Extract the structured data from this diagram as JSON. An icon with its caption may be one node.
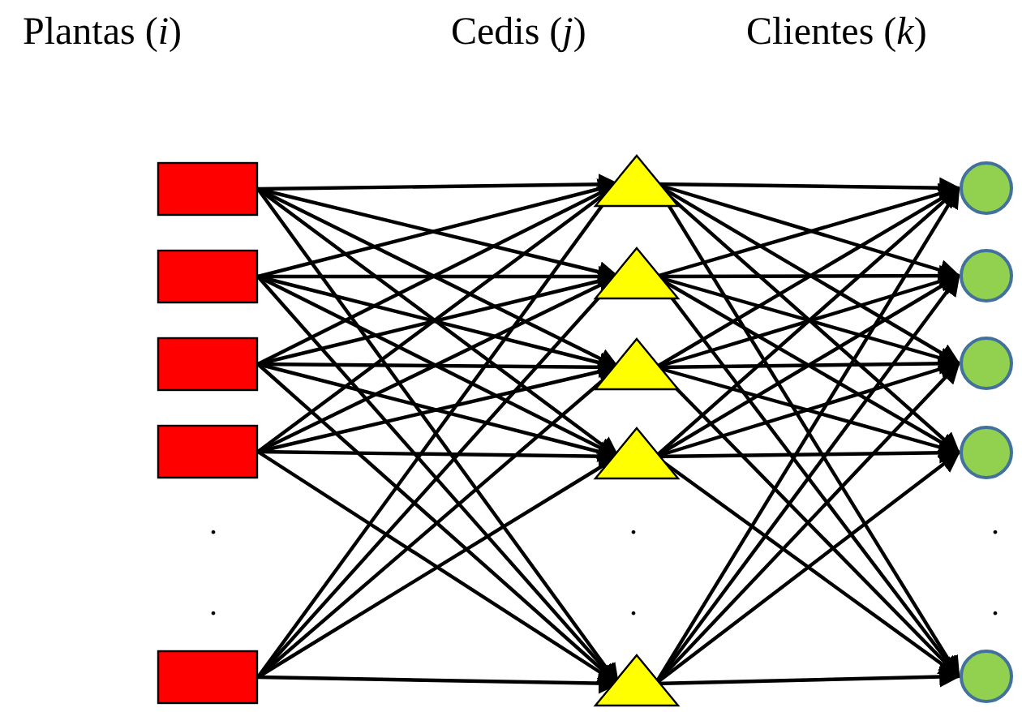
{
  "diagram": {
    "nodes": [
      {
        "text": [],
        "shape": "box"
      },
      {
        "text": [],
        "shape": "box"
      },
      {
        "text": [],
        "shape": "box"
      },
      {
        "text": [],
        "shape": "box"
      },
      {
        "text": [],
        "shape": "box"
      },
      {
        "text": [],
        "shape": "triangle"
      },
      {
        "text": [],
        "shape": "triangle"
      },
      {
        "text": [],
        "shape": "triangle"
      },
      {
        "text": [],
        "shape": "triangle"
      },
      {
        "text": [],
        "shape": "triangle"
      },
      {
        "text": [],
        "shape": "circle"
      },
      {
        "text": [],
        "shape": "circle"
      },
      {
        "text": [],
        "shape": "circle"
      },
      {
        "text": [],
        "shape": "circle"
      },
      {
        "text": [],
        "shape": "circle"
      }
    ],
    "edges": [
      {
        "from": 0,
        "to": 5,
        "arrow": "to"
      },
      {
        "from": 0,
        "to": 6,
        "arrow": "to"
      },
      {
        "from": 0,
        "to": 7,
        "arrow": "to"
      },
      {
        "from": 0,
        "to": 8,
        "arrow": "to"
      },
      {
        "from": 0,
        "to": 9,
        "arrow": "to"
      },
      {
        "from": 1,
        "to": 5,
        "arrow": "to"
      },
      {
        "from": 1,
        "to": 6,
        "arrow": "to"
      },
      {
        "from": 1,
        "to": 7,
        "arrow": "to"
      },
      {
        "from": 1,
        "to": 8,
        "arrow": "to"
      },
      {
        "from": 1,
        "to": 9,
        "arrow": "to"
      },
      {
        "from": 2,
        "to": 5,
        "arrow": "to"
      },
      {
        "from": 2,
        "to": 6,
        "arrow": "to"
      },
      {
        "from": 2,
        "to": 7,
        "arrow": "to"
      },
      {
        "from": 2,
        "to": 8,
        "arrow": "to"
      },
      {
        "from": 2,
        "to": 9,
        "arrow": "to"
      },
      {
        "from": 3,
        "to": 5,
        "arrow": "to"
      },
      {
        "from": 3,
        "to": 6,
        "arrow": "to"
      },
      {
        "from": 3,
        "to": 7,
        "arrow": "to"
      },
      {
        "from": 3,
        "to": 8,
        "arrow": "to"
      },
      {
        "from": 3,
        "to": 9,
        "arrow": "to"
      },
      {
        "from": 4,
        "to": 5,
        "arrow": "to"
      },
      {
        "from": 4,
        "to": 6,
        "arrow": "to"
      },
      {
        "from": 4,
        "to": 7,
        "arrow": "to"
      },
      {
        "from": 4,
        "to": 8,
        "arrow": "to"
      },
      {
        "from": 4,
        "to": 9,
        "arrow": "to"
      },
      {
        "from": 5,
        "to": 10,
        "arrow": "to"
      },
      {
        "from": 5,
        "to": 11,
        "arrow": "to"
      },
      {
        "from": 5,
        "to": 12,
        "arrow": "to"
      },
      {
        "from": 5,
        "to": 13,
        "arrow": "to"
      },
      {
        "from": 5,
        "to": 14,
        "arrow": "to"
      },
      {
        "from": 6,
        "to": 10,
        "arrow": "to"
      },
      {
        "from": 6,
        "to": 11,
        "arrow": "to"
      },
      {
        "from": 6,
        "to": 12,
        "arrow": "to"
      },
      {
        "from": 6,
        "to": 13,
        "arrow": "to"
      },
      {
        "from": 6,
        "to": 14,
        "arrow": "to"
      },
      {
        "from": 7,
        "to": 10,
        "arrow": "to"
      },
      {
        "from": 7,
        "to": 11,
        "arrow": "to"
      },
      {
        "from": 7,
        "to": 12,
        "arrow": "to"
      },
      {
        "from": 7,
        "to": 13,
        "arrow": "to"
      },
      {
        "from": 7,
        "to": 14,
        "arrow": "to"
      },
      {
        "from": 8,
        "to": 10,
        "arrow": "to"
      },
      {
        "from": 8,
        "to": 11,
        "arrow": "to"
      },
      {
        "from": 8,
        "to": 12,
        "arrow": "to"
      },
      {
        "from": 8,
        "to": 13,
        "arrow": "to"
      },
      {
        "from": 8,
        "to": 14,
        "arrow": "to"
      },
      {
        "from": 9,
        "to": 10,
        "arrow": "to"
      },
      {
        "from": 9,
        "to": 11,
        "arrow": "to"
      },
      {
        "from": 9,
        "to": 12,
        "arrow": "to"
      },
      {
        "from": 9,
        "to": 13,
        "arrow": "to"
      },
      {
        "from": 9,
        "to": 14,
        "arrow": "to"
      }
    ],
    "labels": [
      "Plantas (*i*)",
      "Cedis (*j*)",
      "Clientes (*k*)",
      ".",
      ".",
      ".",
      ".",
      ".",
      "."
    ]
  }
}
